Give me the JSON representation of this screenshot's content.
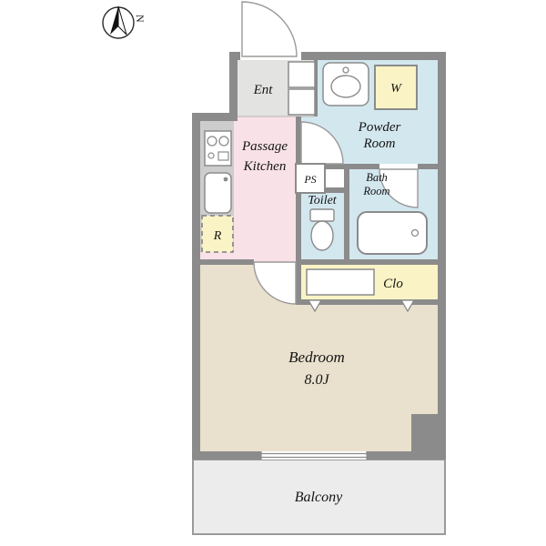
{
  "compass": {
    "label": "N"
  },
  "colors": {
    "wall": "#8b8b8b",
    "ent_floor": "#e3e3e1",
    "wet_area": "#d3e7ef",
    "kitchen": "#f9e2e7",
    "counter": "#cdcdcd",
    "storage": "#faf3c5",
    "bedroom": "#e9e0cd",
    "balcony": "#ececec",
    "fixture": "#ffffff"
  },
  "rooms": {
    "ent": {
      "label": "Ent"
    },
    "powder_room": {
      "line1": "Powder",
      "line2": "Room"
    },
    "washer": {
      "label": "W"
    },
    "passage_kitchen": {
      "line1": "Passage",
      "line2": "Kitchen"
    },
    "ps": {
      "label": "PS"
    },
    "toilet": {
      "label": "Toilet"
    },
    "bath_room": {
      "line1": "Bath",
      "line2": "Room"
    },
    "fridge": {
      "label": "R"
    },
    "closet": {
      "label": "Clo"
    },
    "bedroom": {
      "line1": "Bedroom",
      "line2": "8.0J"
    },
    "balcony": {
      "label": "Balcony"
    }
  }
}
